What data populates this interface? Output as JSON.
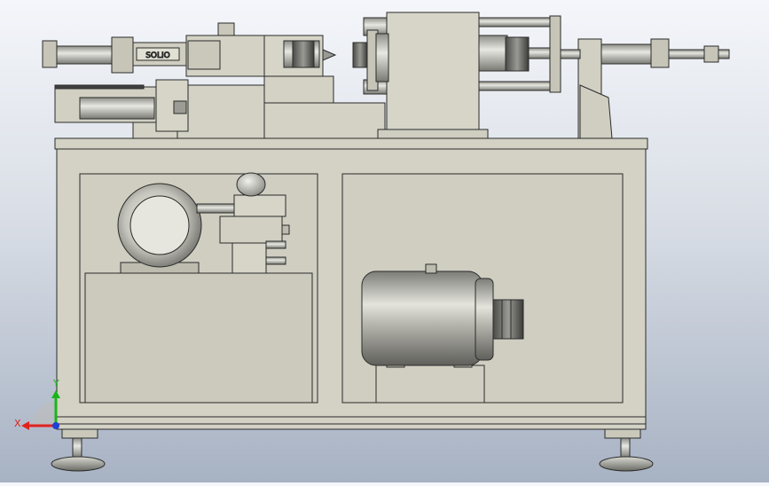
{
  "viewport": {
    "background_top": "#f4f6fa",
    "background_bottom": "#a7b2c3"
  },
  "model": {
    "frame_color": "#d3d2c5",
    "frame_shadow": "#b5b4a6",
    "edge_color": "#2b2b2b",
    "motor_color": "#a3a39f",
    "label_plate_text": "SOLIO"
  },
  "triad": {
    "x_label": "X",
    "y_label": "Y",
    "x_color": "#e0231f",
    "y_color": "#19b51a",
    "z_color": "#1f3fd6"
  }
}
